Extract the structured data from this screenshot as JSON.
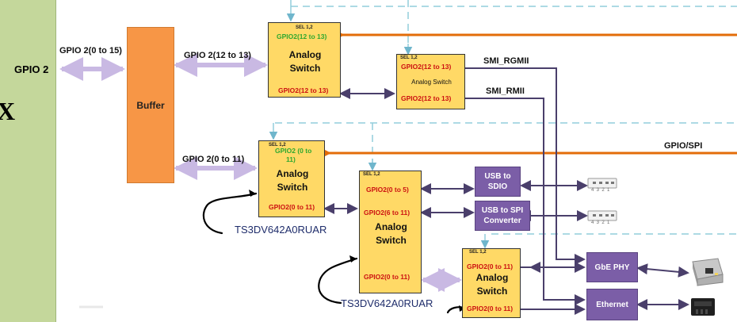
{
  "left_panel": {
    "label": "GPIO 2",
    "cut_text": "X"
  },
  "buffer": {
    "label": "Buffer"
  },
  "bus_labels": {
    "gpio_0_15": "GPIO 2(0 to 15)",
    "gpio_12_13": "GPIO 2(12 to 13)",
    "gpio_0_11": "GPIO 2(0 to 11)"
  },
  "signals": {
    "smi_rgmii": "SMI_RGMII",
    "smi_rmii": "SMI_RMII",
    "gpio_spi": "GPIO/SPI"
  },
  "switches": {
    "sw1": {
      "sel": "SEL 1,2",
      "top": "GPIO2(12 to 13)",
      "line1": "Analog",
      "line2": "Switch",
      "bottom": "GPIO2(12 to 13)"
    },
    "sw2": {
      "sel": "SEL 1,2",
      "top": "GPIO2(12 to 13)",
      "title": "Analog Switch",
      "bottom": "GPIO2(12 to 13)"
    },
    "sw3": {
      "sel": "SEL 1,2",
      "top1": "GPIO2 (0 to",
      "top2": "11)",
      "line1": "Analog",
      "line2": "Switch",
      "bottom": "GPIO2(0 to 11)"
    },
    "sw4": {
      "sel": "SEL 1,2",
      "p1": "GPIO2(0 to 5)",
      "p2": "GPIO2(6 to 11)",
      "line1": "Analog",
      "line2": "Switch",
      "bottom": "GPIO2(0 to 11)"
    },
    "sw5": {
      "sel": "SEL 1,2",
      "top": "GPIO2(0 to 11)",
      "line1": "Analog",
      "line2": "Switch",
      "bottom": "GPIO2(0 to 11)"
    }
  },
  "blocks": {
    "usb_sdio": {
      "line1": "USB to",
      "line2": "SDIO"
    },
    "usb_spi": {
      "line1": "USB to SPI",
      "line2": "Converter"
    },
    "gbe_phy": {
      "label": "GbE PHY"
    },
    "ethernet": {
      "label": "Ethernet"
    }
  },
  "usb_pins": "4  3  2  1",
  "part_numbers": {
    "p1": "TS3DV642A0RUAR",
    "p2": "TS3DV642A0RUAR"
  },
  "colors": {
    "switch_fill": "#ffd966",
    "buffer_fill": "#f79646",
    "panel_fill": "#c4d79b",
    "orange_line": "#e36c09",
    "purple_block": "#7b5ea7",
    "dashed": "#92cddc"
  }
}
